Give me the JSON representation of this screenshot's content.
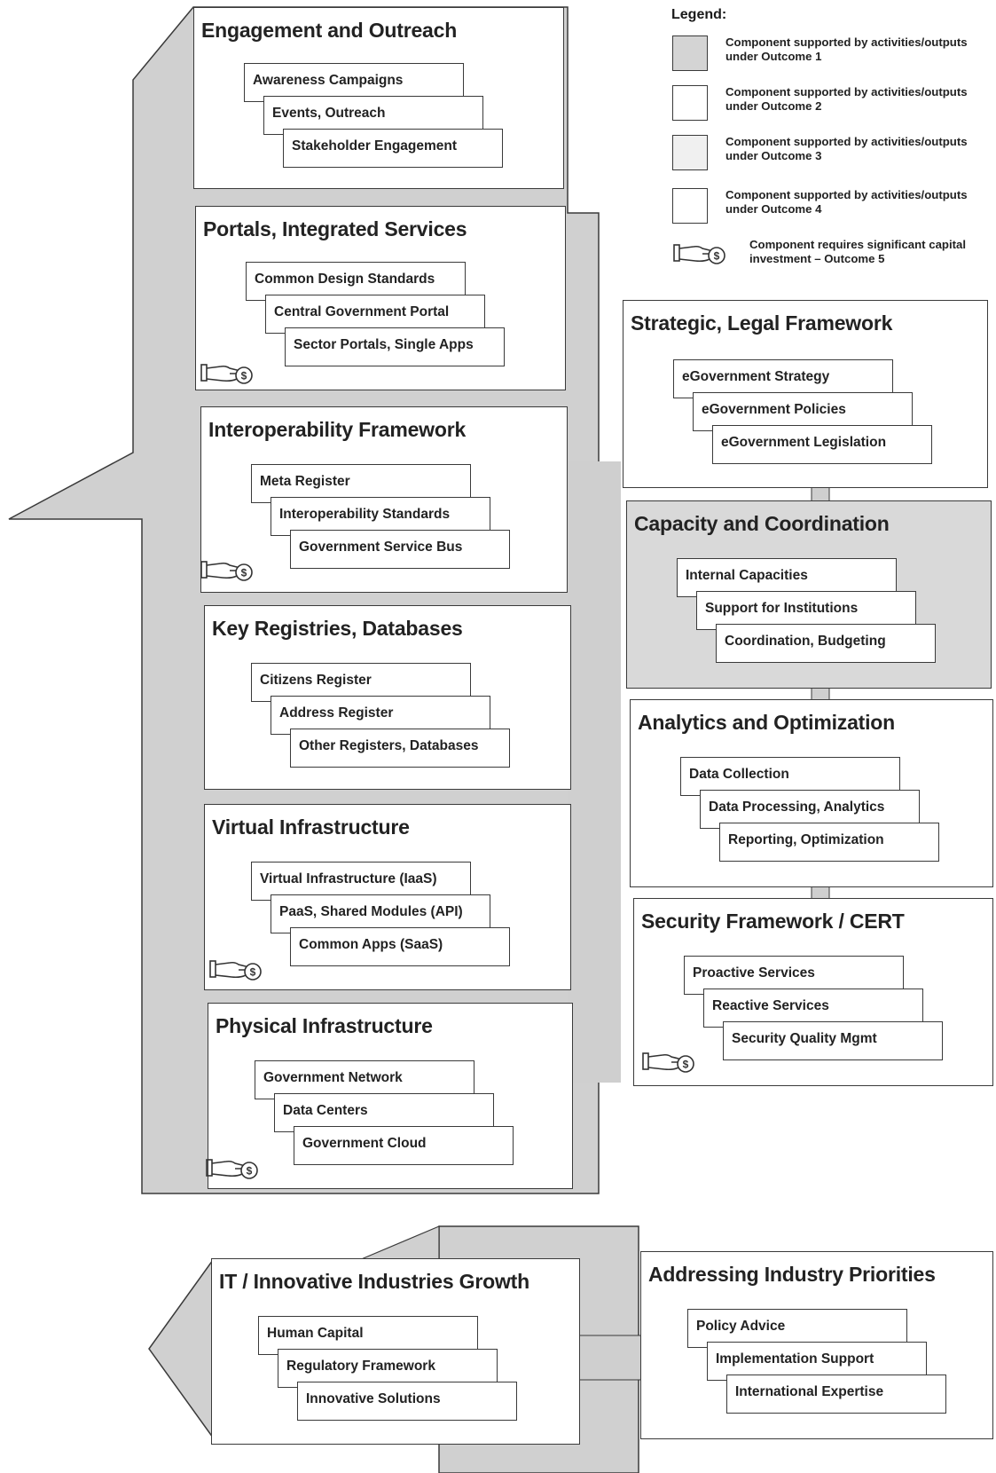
{
  "legend": {
    "title": "Legend:",
    "items": [
      {
        "text": "Component supported by activities/outputs under Outcome 1",
        "fill": "#d4d4d4"
      },
      {
        "text": "Component supported by activities/outputs under Outcome 2",
        "fill": "#ffffff"
      },
      {
        "text": "Component supported by activities/outputs under Outcome 3",
        "fill": "#f0f0f0"
      },
      {
        "text": "Component supported by activities/outputs under Outcome 4",
        "fill": "#ffffff"
      },
      {
        "text": "Component requires significant capital investment – Outcome 5",
        "icon": "hand-money-icon"
      }
    ]
  },
  "colors": {
    "arrow": "#d0d0d0",
    "outline": "#3a3a3a",
    "grey_box": "#d9d9d9"
  },
  "sections": [
    {
      "id": "engagement",
      "title": "Engagement and Outreach",
      "items": [
        "Awareness Campaigns",
        "Events, Outreach",
        "Stakeholder Engagement"
      ],
      "investment": false
    },
    {
      "id": "portals",
      "title": "Portals, Integrated Services",
      "items": [
        "Common Design Standards",
        "Central Government Portal",
        "Sector Portals, Single Apps"
      ],
      "investment": true
    },
    {
      "id": "interop",
      "title": "Interoperability Framework",
      "items": [
        "Meta Register",
        "Interoperability  Standards",
        "Government Service Bus"
      ],
      "investment": true
    },
    {
      "id": "registries",
      "title": "Key Registries, Databases",
      "items": [
        "Citizens Register",
        "Address Register",
        "Other Registers, Databases"
      ],
      "investment": false
    },
    {
      "id": "virtual",
      "title": "Virtual Infrastructure",
      "items": [
        "Virtual Infrastructure (IaaS)",
        "PaaS, Shared Modules (API)",
        "Common Apps (SaaS)"
      ],
      "investment": true
    },
    {
      "id": "physical",
      "title": "Physical Infrastructure",
      "items": [
        "Government Network",
        "Data Centers",
        "Government Cloud"
      ],
      "investment": true
    },
    {
      "id": "strategic",
      "title": "Strategic, Legal Framework",
      "items": [
        "eGovernment Strategy",
        "eGovernment Policies",
        "eGovernment Legislation"
      ],
      "investment": false
    },
    {
      "id": "capacity",
      "title": "Capacity and Coordination",
      "items": [
        "Internal Capacities",
        "Support for Institutions",
        "Coordination, Budgeting"
      ],
      "investment": false
    },
    {
      "id": "analytics",
      "title": "Analytics and Optimization",
      "items": [
        "Data Collection",
        "Data Processing, Analytics",
        "Reporting, Optimization"
      ],
      "investment": false
    },
    {
      "id": "security",
      "title": "Security Framework / CERT",
      "items": [
        "Proactive Services",
        "Reactive Services",
        "Security Quality Mgmt"
      ],
      "investment": true
    },
    {
      "id": "it-growth",
      "title": "IT / Innovative Industries Growth",
      "items": [
        "Human Capital",
        "Regulatory Framework",
        "Innovative Solutions"
      ],
      "investment": false
    },
    {
      "id": "industry",
      "title": "Addressing Industry Priorities",
      "items": [
        "Policy Advice",
        "Implementation Support",
        "International Expertise"
      ],
      "investment": false
    }
  ]
}
